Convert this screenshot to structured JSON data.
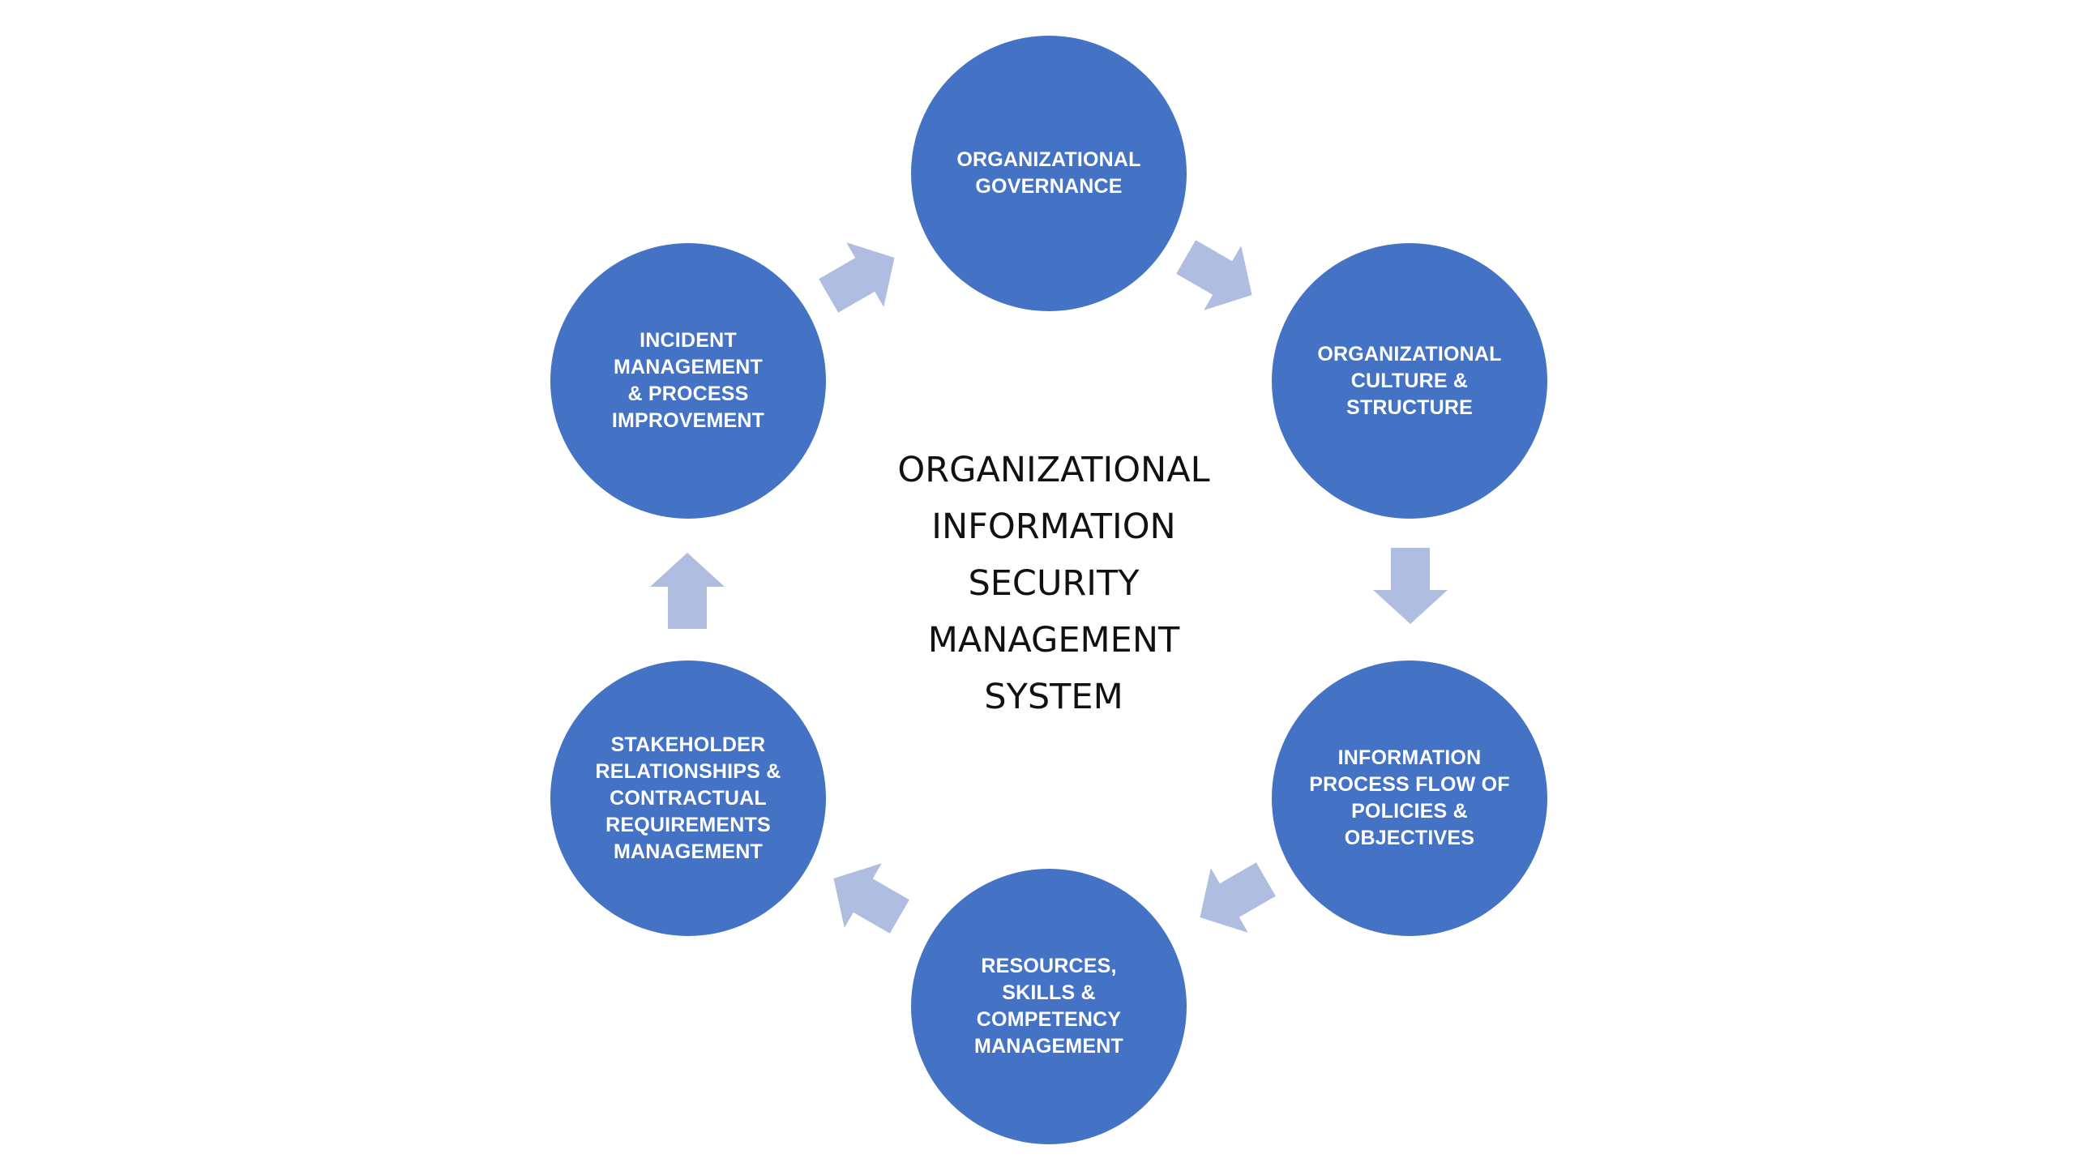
{
  "colors": {
    "node_fill": "#4472c4",
    "arrow_fill": "#afbde0",
    "node_text": "#ffffff",
    "title_text": "#111111"
  },
  "center_title": "ORGANIZATIONAL\nINFORMATION\nSECURITY\nMANAGEMENT\nSYSTEM",
  "nodes": [
    {
      "label": "ORGANIZATIONAL\nGOVERNANCE"
    },
    {
      "label": "ORGANIZATIONAL\nCULTURE &\nSTRUCTURE"
    },
    {
      "label": "INFORMATION\nPROCESS FLOW OF\nPOLICIES &\nOBJECTIVES"
    },
    {
      "label": "RESOURCES,\nSKILLS &\nCOMPETENCY\nMANAGEMENT"
    },
    {
      "label": "STAKEHOLDER\nRELATIONSHIPS &\nCONTRACTUAL\nREQUIREMENTS\nMANAGEMENT"
    },
    {
      "label": "INCIDENT\nMANAGEMENT\n& PROCESS\nIMPROVEMENT"
    }
  ],
  "flow_direction": "clockwise"
}
